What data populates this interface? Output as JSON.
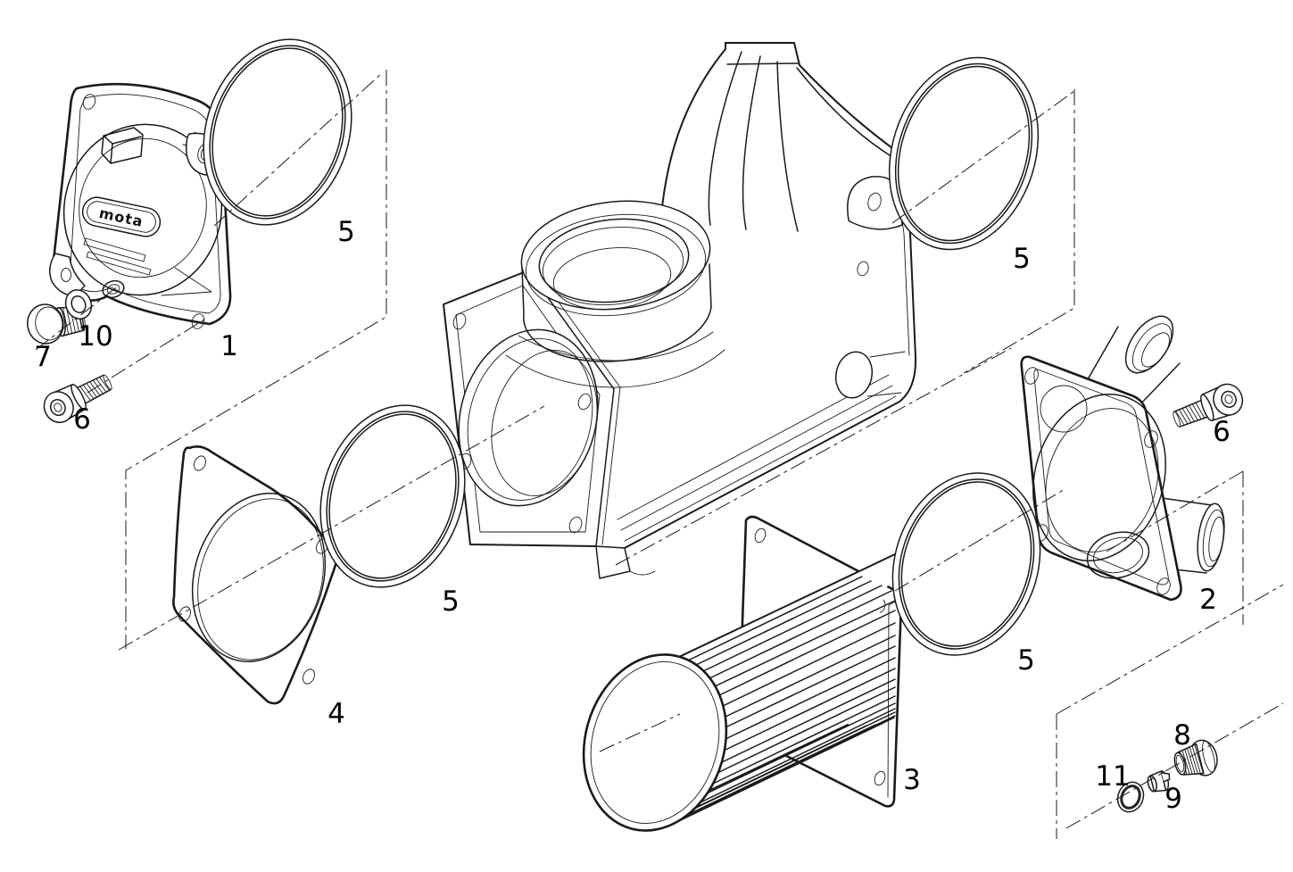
{
  "diagram": {
    "background_color": "#ffffff",
    "line_color": "#1a1a1a",
    "logo_text": "mota",
    "callouts": {
      "c1": "1",
      "c2": "2",
      "c3": "3",
      "c4": "4",
      "c5_top_left": "5",
      "c5_mid_left": "5",
      "c5_top_right": "5",
      "c5_mid_right": "5",
      "c6_left": "6",
      "c6_right": "6",
      "c7": "7",
      "c8": "8",
      "c9": "9",
      "c10": "10",
      "c11": "11"
    }
  }
}
